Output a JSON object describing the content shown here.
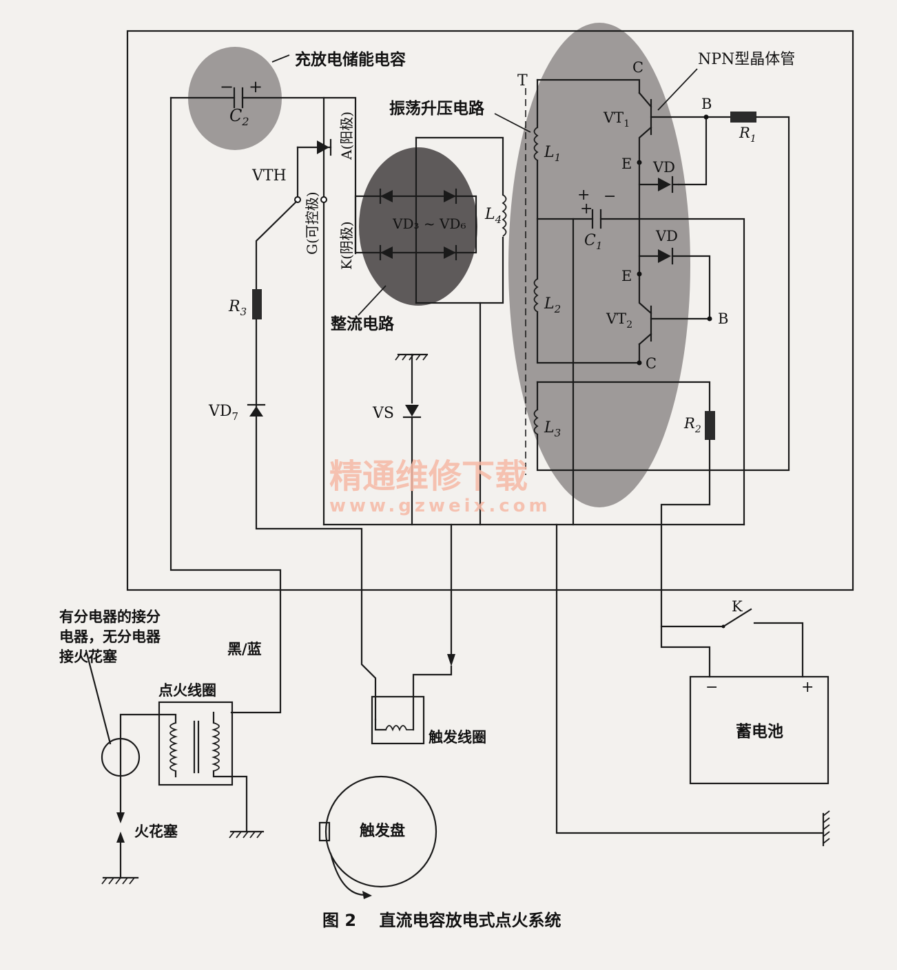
{
  "caption": "图 2    直流电容放电式点火系统",
  "watermark": {
    "main": "精通维修下载",
    "url": "www.gzweix.com"
  },
  "callouts": {
    "storage_capacitor": "充放电储能电容",
    "oscillator": "振荡升压电路",
    "rectifier": "整流电路",
    "npn": "NPN型晶体管",
    "distributor_note_1": "有分电器的接分",
    "distributor_note_2": "电器，无分电器",
    "distributor_note_3": "接火花塞",
    "wire_color": "黑/蓝",
    "ignition_coil": "点火线圈",
    "trigger_coil": "触发线圈",
    "trigger_disc": "触发盘",
    "spark_plug": "火花塞",
    "battery": "蓄电池"
  },
  "components": {
    "C2": "C",
    "C2_sub": "2",
    "C1": "C",
    "C1_sub": "1",
    "VTH": "VTH",
    "anode": "A(阳极)",
    "gate": "G(可控极)",
    "cathode": "K(阴极)",
    "VD3_6": "VD₃ ~ VD₆",
    "R3": "R",
    "R3_sub": "3",
    "VD7": "VD",
    "VD7_sub": "7",
    "VS": "VS",
    "L1": "L",
    "L1_sub": "1",
    "L2": "L",
    "L2_sub": "2",
    "L3": "L",
    "L3_sub": "3",
    "L4": "L",
    "L4_sub": "4",
    "T": "T",
    "VT1": "VT",
    "VT1_sub": "1",
    "VT2": "VT",
    "VT2_sub": "2",
    "R1": "R",
    "R1_sub": "1",
    "R2": "R",
    "R2_sub": "2",
    "VD_top": "VD",
    "VD_bottom": "VD",
    "C_top": "C",
    "E_top": "E",
    "B_top": "B",
    "C_bottom": "C",
    "E_bottom": "E",
    "B_bottom": "B",
    "K_switch": "K",
    "plus": "+",
    "minus": "−"
  }
}
